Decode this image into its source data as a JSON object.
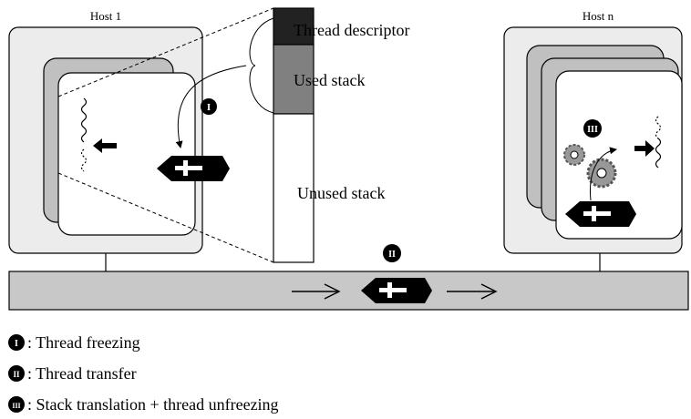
{
  "hosts": {
    "host1_label": "Host 1",
    "hostn_label": "Host n"
  },
  "stack": {
    "descriptor_label": "Thread descriptor",
    "used_label": "Used stack",
    "unused_label": "Unused stack"
  },
  "steps": {
    "step1_numeral": "I",
    "step2_numeral": "II",
    "step3_numeral": "III"
  },
  "legend": [
    {
      "numeral": "I",
      "text": ": Thread freezing"
    },
    {
      "numeral": "II",
      "text": ": Thread transfer"
    },
    {
      "numeral": "III",
      "text": ": Stack translation + thread unfreezing"
    }
  ],
  "icons": {
    "coffin": "coffin-icon",
    "arrow": "arrow-icon",
    "gear": "gear-icon",
    "thread": "thread-icon"
  },
  "colors": {
    "host_fill": "#ececec",
    "window_gray": "#c0c0c0",
    "network_bar": "#c8c8c8",
    "descriptor": "#222222",
    "used_stack": "#808080"
  }
}
